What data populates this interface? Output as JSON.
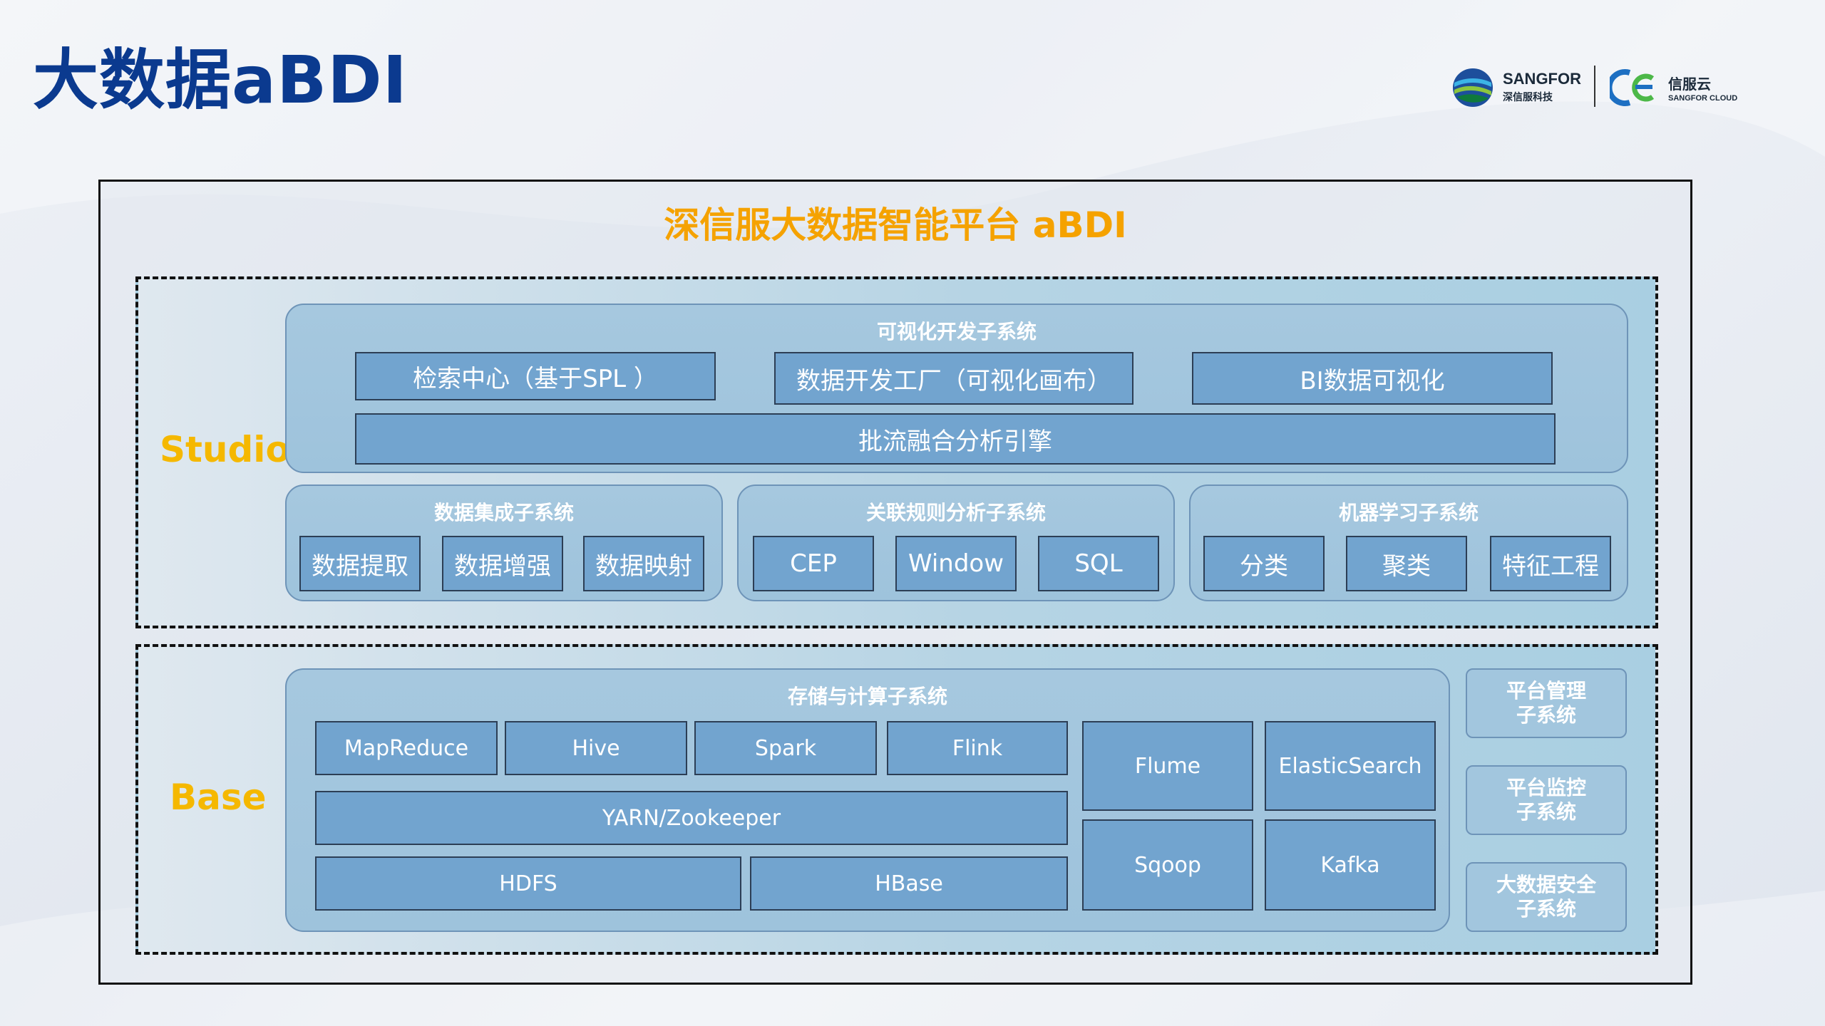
{
  "page": {
    "title": "大数据aBDI"
  },
  "logos": {
    "sangfor_name": "SANGFOR",
    "sangfor_sub": "深信服科技",
    "cloud_name": "信服云",
    "cloud_sub": "SANGFOR CLOUD"
  },
  "diagram": {
    "platform_title": "深信服大数据智能平台 aBDI",
    "studio": {
      "label": "Studio",
      "visual_dev": {
        "title": "可视化开发子系统",
        "items": [
          "检索中心（基于SPL ）",
          "数据开发工厂（可视化画布）",
          "BI数据可视化"
        ],
        "engine": "批流融合分析引擎"
      },
      "integration": {
        "title": "数据集成子系统",
        "items": [
          "数据提取",
          "数据增强",
          "数据映射"
        ]
      },
      "rules": {
        "title": "关联规则分析子系统",
        "items": [
          "CEP",
          "Window",
          "SQL"
        ]
      },
      "ml": {
        "title": "机器学习子系统",
        "items": [
          "分类",
          "聚类",
          "特征工程"
        ]
      }
    },
    "base": {
      "label": "Base",
      "storage": {
        "title": "存储与计算子系统",
        "compute": [
          "MapReduce",
          "Hive",
          "Spark",
          "Flink"
        ],
        "yarn": "YARN/Zookeeper",
        "storage": [
          "HDFS",
          "HBase"
        ],
        "ingest": [
          "Flume",
          "ElasticSearch",
          "Sqoop",
          "Kafka"
        ]
      },
      "side": [
        {
          "line1": "平台管理",
          "line2": "子系统"
        },
        {
          "line1": "平台监控",
          "line2": "子系统"
        },
        {
          "line1": "大数据安全",
          "line2": "子系统"
        }
      ]
    }
  },
  "colors": {
    "title_blue": "#0b3a8f",
    "accent_orange": "#f5a200",
    "box_blue": "#72a4cf",
    "panel_blue": "#a6c8df"
  }
}
